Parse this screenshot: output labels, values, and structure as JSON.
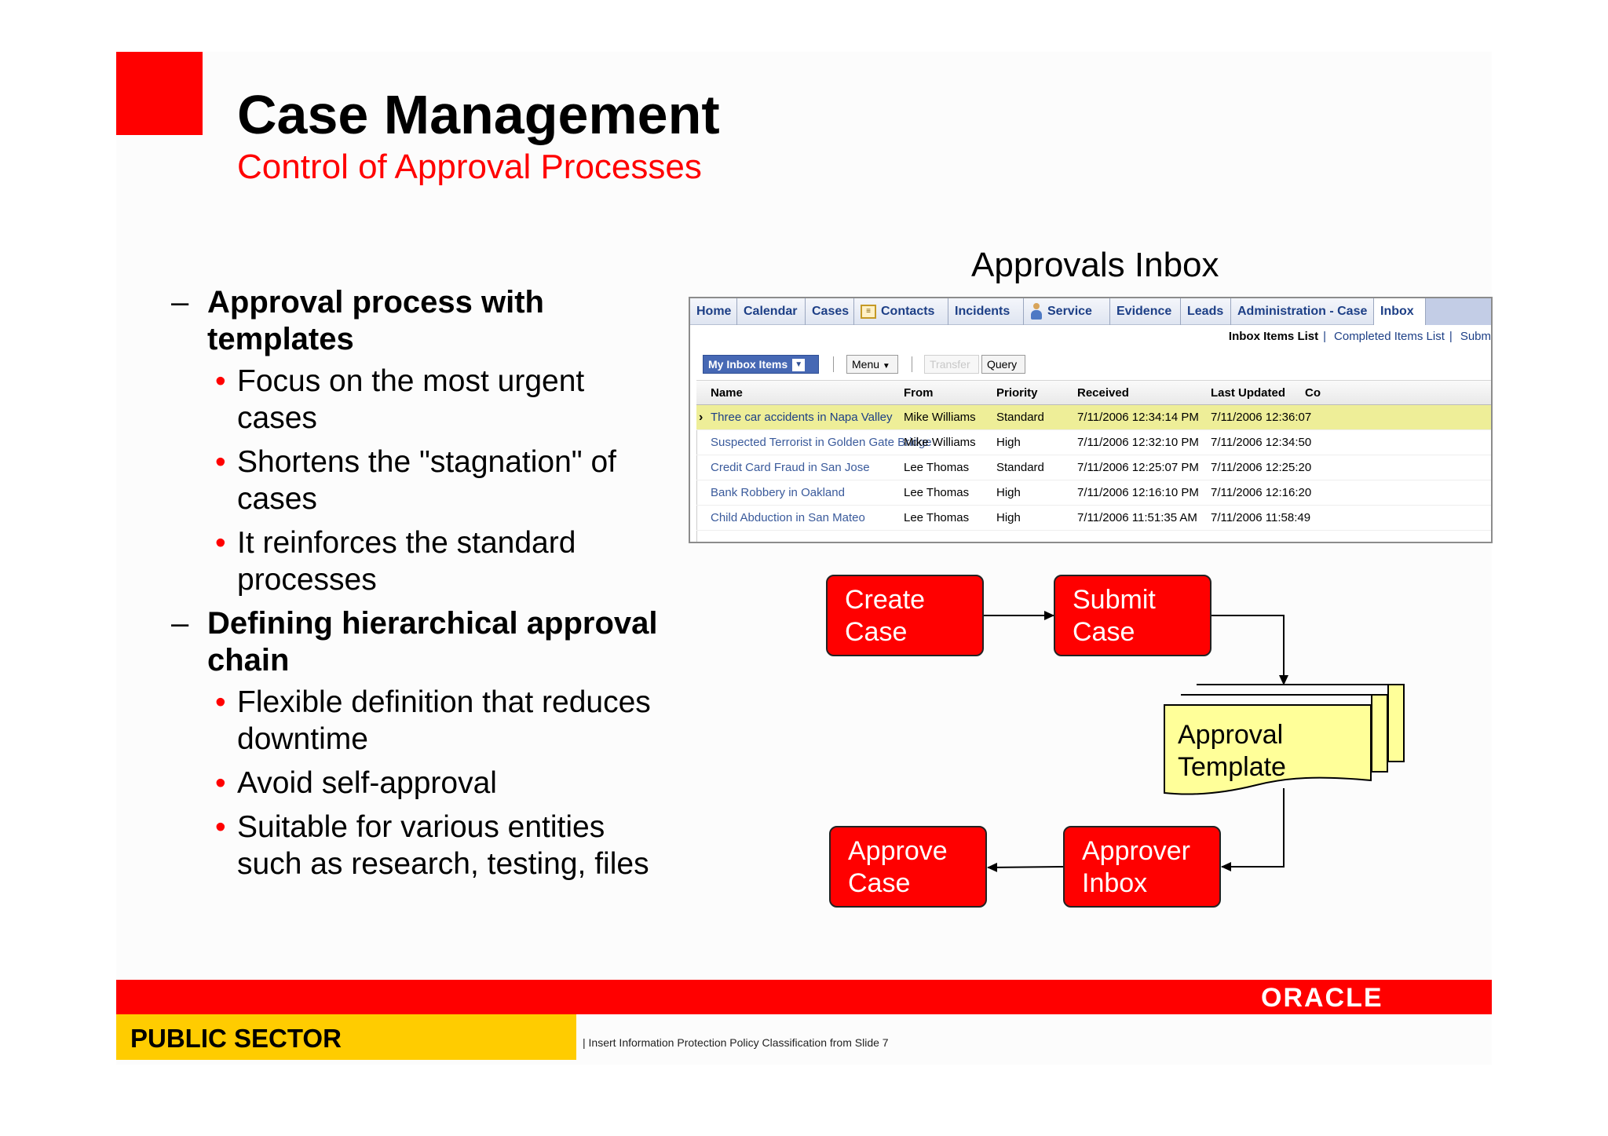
{
  "slide": {
    "title": "Case Management",
    "subtitle": "Control of Approval Processes"
  },
  "bullets": [
    {
      "text": "Approval process with templates",
      "lines": [
        "Approval process with",
        "templates"
      ],
      "sub": [
        {
          "lines": [
            "Focus on the most urgent",
            "cases"
          ]
        },
        {
          "lines": [
            "Shortens the \"stagnation\" of",
            "cases"
          ]
        },
        {
          "lines": [
            "It reinforces the standard",
            "processes"
          ]
        }
      ]
    },
    {
      "text": "Defining hierarchical approval chain",
      "lines": [
        "Defining hierarchical approval",
        "chain"
      ],
      "sub": [
        {
          "lines": [
            "Flexible definition that reduces",
            "downtime"
          ]
        },
        {
          "lines": [
            "Avoid self-approval"
          ]
        },
        {
          "lines": [
            "Suitable for various entities",
            "such as research, testing, files"
          ]
        }
      ]
    }
  ],
  "symbols": {
    "dash": "–",
    "dot": "•"
  },
  "inbox": {
    "title": "Approvals Inbox",
    "tabs": [
      "Home",
      "Calendar",
      "Cases",
      "Contacts",
      "Incidents",
      "Service",
      "Evidence",
      "Leads",
      "Administration - Case",
      "Inbox"
    ],
    "active_tab": "Inbox",
    "tab_icons": {
      "contacts": "card-icon",
      "service": "user-icon"
    },
    "sublinks": {
      "current": "Inbox Items List",
      "completed": "Completed Items List",
      "submitted": "Subm"
    },
    "toolbar": {
      "view": "My Inbox Items",
      "menu": "Menu",
      "menu_arrow": "▼",
      "transfer": "Transfer",
      "query": "Query"
    },
    "columns": [
      "Name",
      "From",
      "Priority",
      "Received",
      "Last Updated",
      "Co"
    ],
    "rows": [
      {
        "name": "Three car accidents in Napa Valley",
        "from": "Mike Williams",
        "priority": "Standard",
        "received": "7/11/2006 12:34:14 PM",
        "updated": "7/11/2006 12:36:07",
        "selected": true
      },
      {
        "name": "Suspected Terrorist in Golden Gate Bridge",
        "from": "Mike Williams",
        "priority": "High",
        "received": "7/11/2006 12:32:10 PM",
        "updated": "7/11/2006 12:34:50",
        "selected": false
      },
      {
        "name": "Credit Card Fraud in San Jose",
        "from": "Lee Thomas",
        "priority": "Standard",
        "received": "7/11/2006 12:25:07 PM",
        "updated": "7/11/2006 12:25:20",
        "selected": false
      },
      {
        "name": "Bank Robbery in Oakland",
        "from": "Lee Thomas",
        "priority": "High",
        "received": "7/11/2006 12:16:10 PM",
        "updated": "7/11/2006 12:16:20",
        "selected": false
      },
      {
        "name": "Child Abduction in San Mateo",
        "from": "Lee Thomas",
        "priority": "High",
        "received": "7/11/2006 11:51:35 AM",
        "updated": "7/11/2006 11:58:49",
        "selected": false
      }
    ],
    "row_marker": "›"
  },
  "flow": {
    "create": [
      "Create",
      "Case"
    ],
    "submit": [
      "Submit",
      "Case"
    ],
    "template": [
      "Approval",
      "Template"
    ],
    "approver_inbox": [
      "Approver",
      "Inbox"
    ],
    "approve": [
      "Approve",
      "Case"
    ],
    "colors": {
      "box": "#ff0000",
      "doc": "#ffff99"
    }
  },
  "footer": {
    "logo": "ORACLE",
    "sector": "PUBLIC SECTOR",
    "classification": "| Insert Information Protection Policy Classification from Slide 7"
  },
  "colors": {
    "accent": "#ff0000",
    "footer_yellow": "#ffcc00",
    "selected_row": "#eeee98"
  }
}
